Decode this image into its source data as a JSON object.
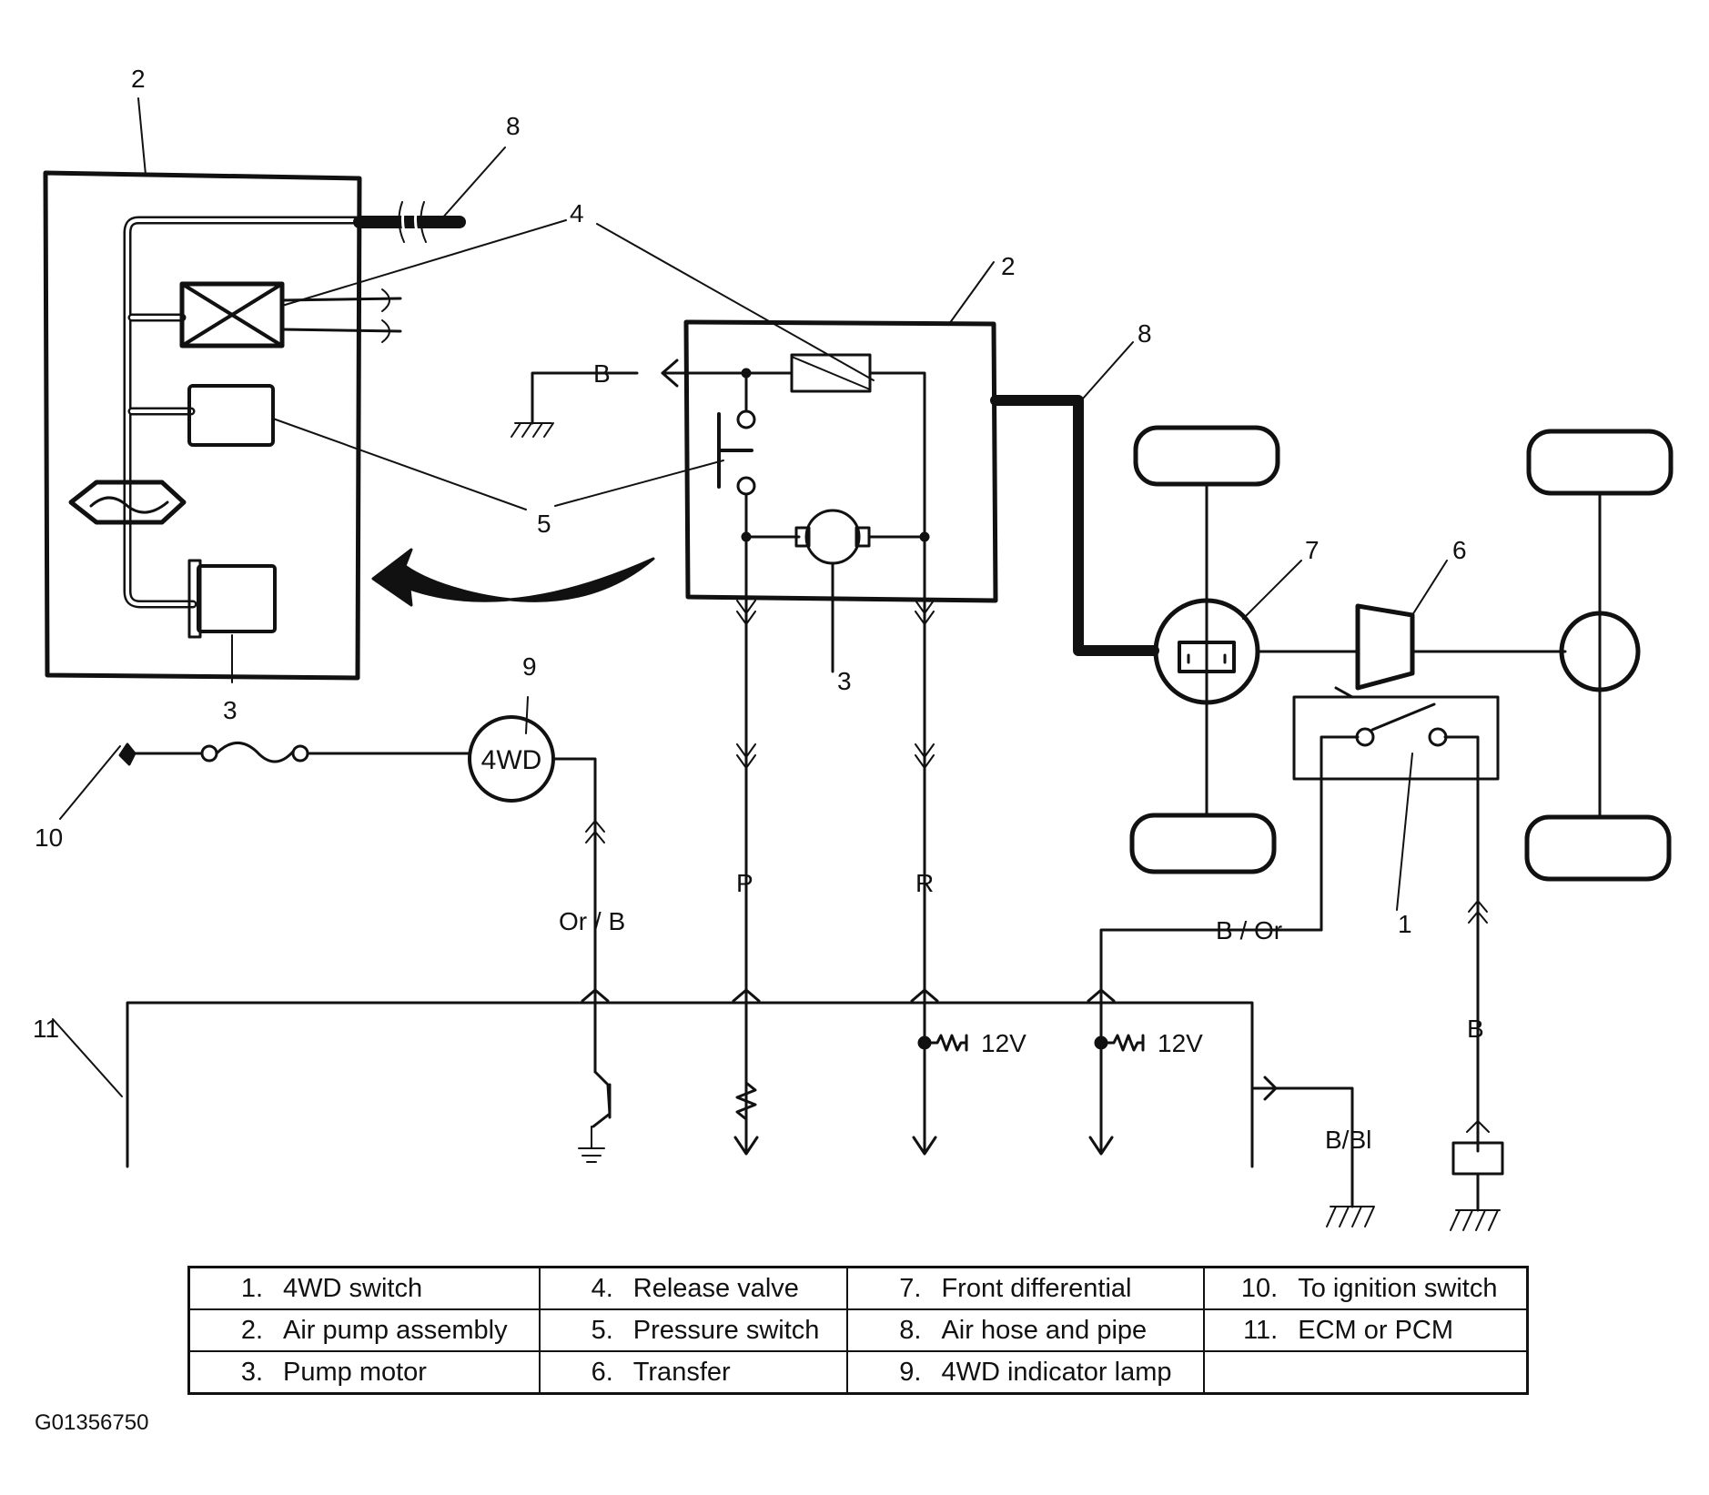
{
  "callouts": {
    "c1": "1",
    "c2a": "2",
    "c2b": "2",
    "c3a": "3",
    "c3b": "3",
    "c4": "4",
    "c5": "5",
    "c6": "6",
    "c7": "7",
    "c8a": "8",
    "c8b": "8",
    "c9": "9",
    "c10": "10",
    "c11": "11"
  },
  "wires": {
    "b_top": "B",
    "p": "P",
    "r": "R",
    "orb": "Or / B",
    "bor": "B / Or",
    "b_right": "B",
    "bbl": "B/Bl",
    "v12a": "12V",
    "v12b": "12V"
  },
  "lamp_label": "4WD",
  "legend": [
    [
      {
        "num": "1.",
        "text": "4WD switch"
      },
      {
        "num": "4.",
        "text": "Release valve"
      },
      {
        "num": "7.",
        "text": "Front differential"
      },
      {
        "num": "10.",
        "text": "To ignition switch"
      }
    ],
    [
      {
        "num": "2.",
        "text": "Air pump assembly"
      },
      {
        "num": "5.",
        "text": "Pressure switch"
      },
      {
        "num": "8.",
        "text": "Air hose and pipe"
      },
      {
        "num": "11.",
        "text": "ECM or PCM"
      }
    ],
    [
      {
        "num": "3.",
        "text": "Pump motor"
      },
      {
        "num": "6.",
        "text": "Transfer"
      },
      {
        "num": "9.",
        "text": "4WD indicator lamp"
      },
      {
        "num": "",
        "text": ""
      }
    ]
  ],
  "figure_code": "G01356750"
}
